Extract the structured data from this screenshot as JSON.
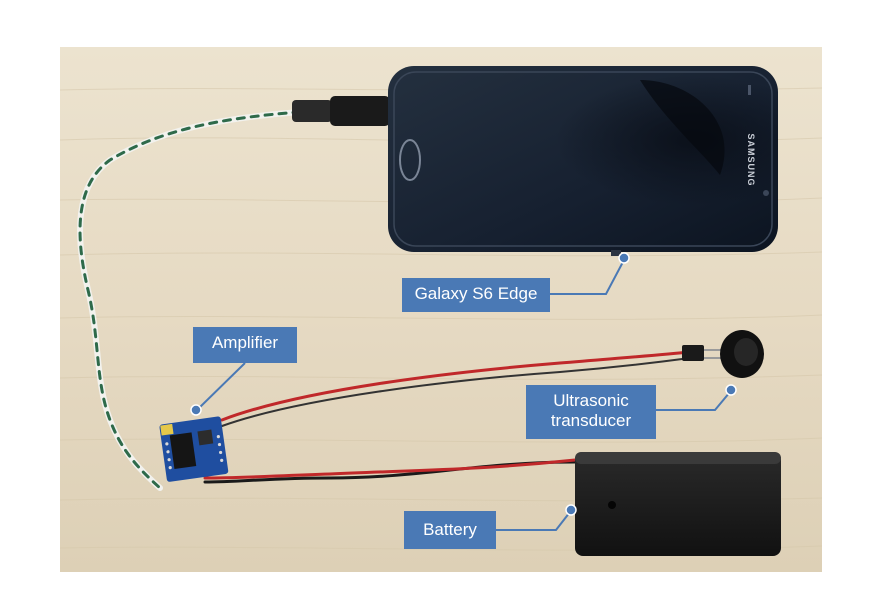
{
  "labels": {
    "phone": "Galaxy S6 Edge",
    "amplifier": "Amplifier",
    "transducer_line1": "Ultrasonic",
    "transducer_line2": "transducer",
    "battery": "Battery",
    "brand": "SAMSUNG"
  },
  "colors": {
    "callout": "#4a79b5",
    "callout_text": "#ffffff",
    "wood": "#e7dcc6",
    "phone_body": "#1b2433",
    "wire_red": "#c0282a",
    "wire_black": "#1a1a1a",
    "wire_green": "#2e6a4a",
    "board_blue": "#1f4ea0"
  }
}
